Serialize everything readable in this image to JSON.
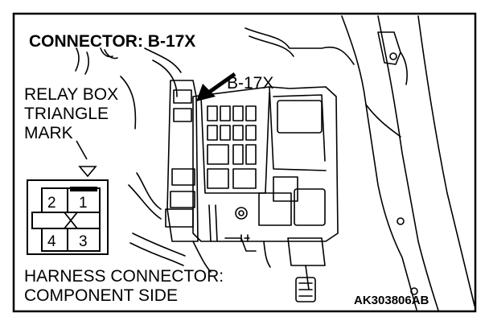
{
  "title": "CONNECTOR: B-17X",
  "callout_label": "B-17X",
  "relay_box_label": [
    "RELAY BOX",
    "TRIANGLE",
    "MARK"
  ],
  "connector_pins": {
    "top_left": "2",
    "top_right": "1",
    "bottom_left": "4",
    "bottom_right": "3",
    "center_mark": "X"
  },
  "harness_label": [
    "HARNESS CONNECTOR:",
    "COMPONENT SIDE"
  ],
  "figure_code": "AK303806AB"
}
